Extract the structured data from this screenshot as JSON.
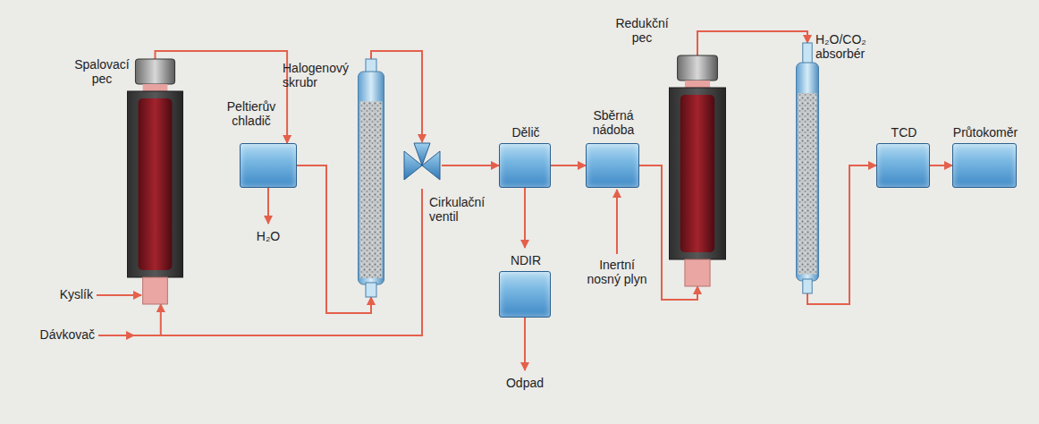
{
  "diagram": {
    "nodes": [
      {
        "text": [
          "Spalovací pec"
        ]
      },
      {
        "text": [
          "Peltierův chladič"
        ]
      },
      {
        "text": [
          "Halogenový skrubr"
        ]
      },
      {
        "text": [
          "Cirkulační ventil"
        ]
      },
      {
        "text": [
          "Dělič"
        ]
      },
      {
        "text": [
          "NDIR"
        ]
      },
      {
        "text": [
          "Sběrná nádoba"
        ]
      },
      {
        "text": [
          "Redukční pec"
        ]
      },
      {
        "text": [
          "H₂O/CO₂ absorbér"
        ]
      },
      {
        "text": [
          "TCD"
        ]
      },
      {
        "text": [
          "Průtokoměr"
        ]
      }
    ],
    "edges": [
      {
        "from": 0,
        "to": 1,
        "arrow": "to"
      },
      {
        "from": 1,
        "to": 2,
        "arrow": "to"
      },
      {
        "from": 2,
        "to": 3,
        "arrow": "to"
      },
      {
        "from": 3,
        "to": 4,
        "arrow": "to"
      },
      {
        "from": 3,
        "to": 0,
        "arrow": "to"
      },
      {
        "from": 4,
        "to": 5,
        "arrow": "to"
      },
      {
        "from": 4,
        "to": 6,
        "arrow": "to"
      },
      {
        "from": 6,
        "to": 7,
        "arrow": "to"
      },
      {
        "from": 7,
        "to": 8,
        "arrow": "to"
      },
      {
        "from": 8,
        "to": 9,
        "arrow": "to"
      },
      {
        "from": 9,
        "to": 10,
        "arrow": "to"
      }
    ],
    "labels": [
      "H₂O",
      "Kyslík",
      "Dávkovač",
      "Odpad",
      "Inertní nosný plyn"
    ]
  }
}
